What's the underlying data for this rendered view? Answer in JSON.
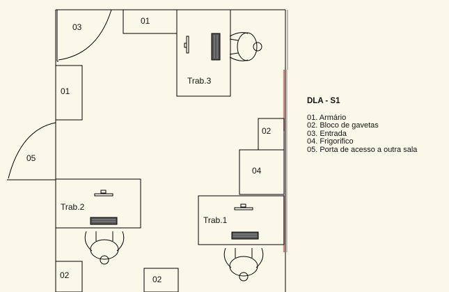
{
  "labels": {
    "closet_top_left": "03",
    "cabinet_top": "01",
    "cabinet_left": "01",
    "door_left": "05",
    "drawer_right": "02",
    "fridge": "04",
    "drawer_bottom_left": "02",
    "drawer_bottom_mid": "02",
    "desk_3": "Trab.3",
    "desk_2": "Trab.2",
    "desk_1": "Trab.1"
  },
  "legend": {
    "title": "DLA - S1",
    "items": [
      "01. Armário",
      "02. Bloco de gavetas",
      "03. Entrada",
      "04. Frigorifico",
      "05. Porta de acesso a outra sala"
    ]
  },
  "colors": {
    "background": "#fbf8e9",
    "lines": "#000000",
    "window_wall": "#e05050"
  }
}
